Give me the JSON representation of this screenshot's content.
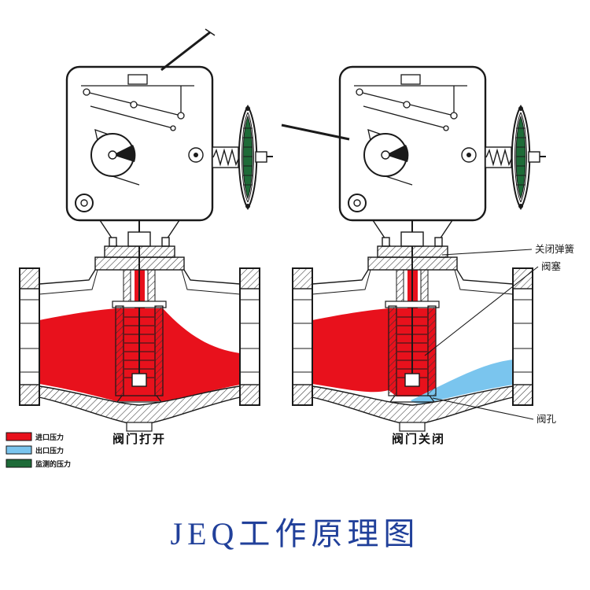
{
  "title": {
    "text": "JEQ工作原理图",
    "color": "#21409a"
  },
  "valves": {
    "open": {
      "caption": "阀门打开"
    },
    "closed": {
      "caption": "阀门关闭"
    }
  },
  "annotations": {
    "closing_spring": "关闭弹簧",
    "valve_plug": "阀塞",
    "valve_orifice": "阀孔"
  },
  "legend": {
    "items": [
      {
        "label": "进口压力",
        "color": "#e8111c"
      },
      {
        "label": "出口压力",
        "color": "#7ac5ee"
      },
      {
        "label": "监测的压力",
        "color": "#1e6b38"
      }
    ]
  },
  "colors": {
    "inlet_flow": "#e8111c",
    "outlet_flow": "#7ac5ee",
    "monitored": "#1e6b38",
    "line": "#1a1a1a"
  }
}
